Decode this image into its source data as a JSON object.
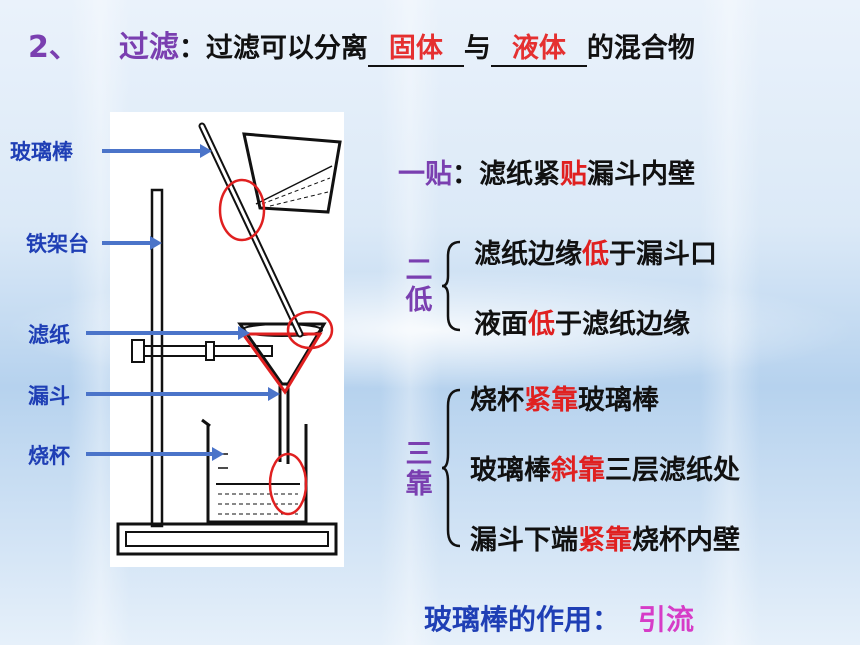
{
  "title": {
    "number": "2、",
    "keyword": "过滤",
    "colon": "：",
    "prefix": "过滤可以分离",
    "blank1": "固体",
    "middle": "与",
    "blank2": "液体",
    "suffix": "的混合物"
  },
  "labels": {
    "glass_rod": "玻璃棒",
    "iron_stand": "铁架台",
    "filter_paper": "滤纸",
    "funnel": "漏斗",
    "beaker": "烧杯"
  },
  "rules": {
    "one_stick": {
      "key": "一贴",
      "colon": "：",
      "parts": [
        "滤纸紧",
        "贴",
        "漏斗内壁"
      ]
    },
    "two_low": {
      "key_chars": [
        "二",
        "低"
      ],
      "lines": [
        [
          "滤纸边缘",
          "低",
          "于漏斗口"
        ],
        [
          "液面",
          "低",
          "于滤纸边缘"
        ]
      ]
    },
    "three_lean": {
      "key_chars": [
        "三",
        "靠"
      ],
      "lines": [
        [
          "烧杯",
          "紧靠",
          "玻璃棒"
        ],
        [
          "玻璃棒",
          "斜靠",
          "三层滤纸处"
        ],
        [
          "漏斗下端",
          "紧靠",
          "烧杯内壁"
        ]
      ]
    }
  },
  "bottom": {
    "label": "玻璃棒的作用：",
    "value": "引流"
  },
  "colors": {
    "purple": "#7a3fb0",
    "red": "#e02020",
    "blue": "#1f3fb5",
    "magenta": "#d63cc7"
  }
}
